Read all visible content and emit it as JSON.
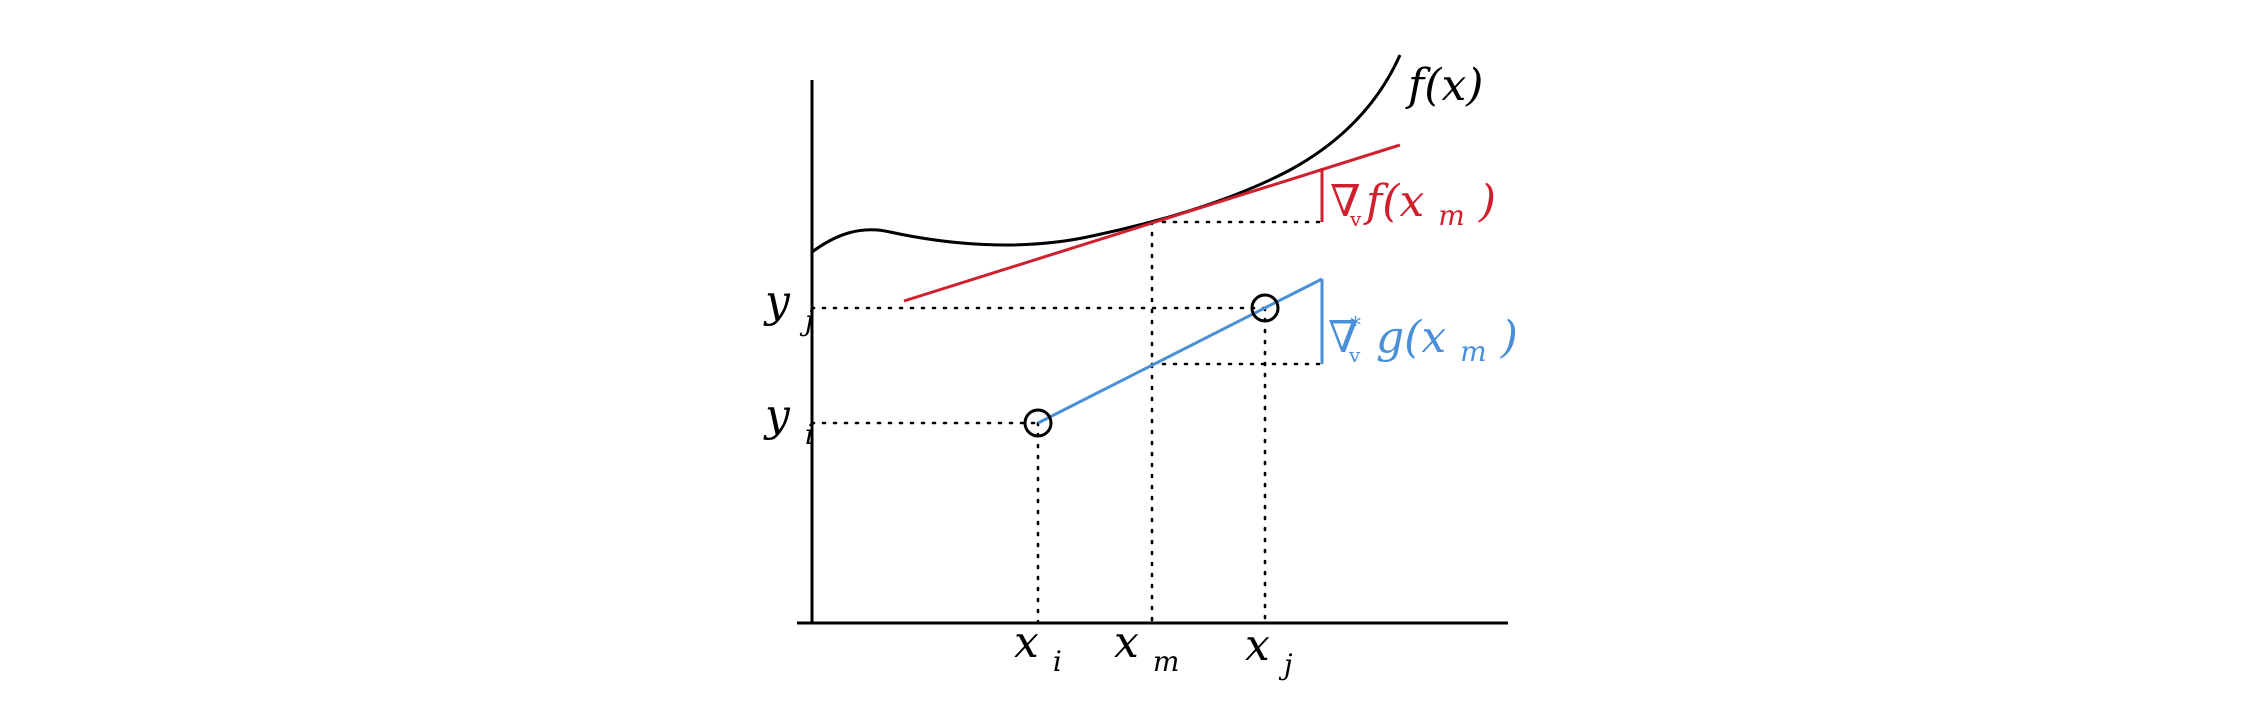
{
  "labels": {
    "curve": "f(x)",
    "red_gradient": "∇",
    "red_sub_v": "v",
    "red_rest": "f(x",
    "red_sub_m": "m",
    "red_close": ")",
    "blue_gradient": "∇",
    "blue_sub_v": "v",
    "blue_sup_star": "*",
    "blue_rest": "g(x",
    "blue_sub_m": "m",
    "blue_close": ")",
    "yj_main": "y",
    "yj_sub": "j",
    "yi_main": "y",
    "yi_sub": "i",
    "xi_main": "x",
    "xi_sub": "i",
    "xm_main": "x",
    "xm_sub": "m",
    "xj_main": "x",
    "xj_sub": "j"
  },
  "colors": {
    "curve": "#000000",
    "axes": "#000000",
    "tangent": "#d0202e",
    "secant": "#4a90d9",
    "guides": "#000000"
  }
}
